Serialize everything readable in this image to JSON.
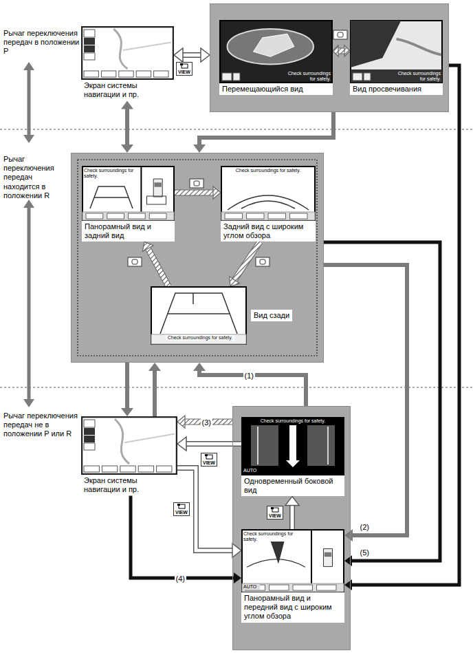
{
  "diagram": {
    "nodes": [
      {
        "text": [
          "Экран системы навигации и пр."
        ]
      },
      {
        "text": []
      },
      {
        "text": [
          "Перемещающийся вид",
          "Check surroundings for safety."
        ],
        "in": 1
      },
      {
        "text": [
          "Вид просвечивания",
          "Check surroundings for safety."
        ],
        "in": 1
      },
      {
        "text": []
      },
      {
        "text": [
          "Панорамный вид и задний вид",
          "Check surroundings for safety."
        ],
        "in": 4
      },
      {
        "text": [
          "Задний вид с широким углом обзора",
          "Check surroundings for safety."
        ],
        "in": 4
      },
      {
        "text": [
          "Вид сзади",
          "Check surroundings for safety."
        ],
        "in": 4
      },
      {
        "text": [
          "Экран системы навигации и пр."
        ]
      },
      {
        "text": []
      },
      {
        "text": [
          "Одновременный боковой вид",
          "Check surroundings for safety.",
          "AUTO"
        ],
        "in": 9
      },
      {
        "text": [
          "Панорамный вид и передний вид с широким углом обзора",
          "Check surroundings for safety.",
          "AUTO"
        ],
        "in": 9
      }
    ],
    "edges": [
      {
        "from": 0,
        "to": 1,
        "arrow": "both",
        "label": "VIEW"
      },
      {
        "from": 2,
        "to": 3,
        "arrow": "both"
      },
      {
        "from": 0,
        "to": 4,
        "arrow": "both"
      },
      {
        "from": 1,
        "to": 4,
        "arrow": "to"
      },
      {
        "from": 1,
        "to": 11,
        "arrow": "to"
      },
      {
        "from": 5,
        "to": 6,
        "arrow": "to"
      },
      {
        "from": 6,
        "to": 7,
        "arrow": "to"
      },
      {
        "from": 7,
        "to": 5,
        "arrow": "to"
      },
      {
        "from": 4,
        "to": 8,
        "arrow": "to"
      },
      {
        "from": 8,
        "to": 4,
        "arrow": "to"
      },
      {
        "from": 9,
        "to": 4,
        "arrow": "to",
        "label": "(1)"
      },
      {
        "from": 4,
        "to": 11,
        "arrow": "to",
        "label": "(2)"
      },
      {
        "from": 4,
        "to": 11,
        "arrow": "to",
        "label": "(5)"
      },
      {
        "from": 9,
        "to": 8,
        "arrow": "to",
        "label": "(3)"
      },
      {
        "from": 10,
        "to": 8,
        "arrow": "to",
        "label": "VIEW"
      },
      {
        "from": 8,
        "to": 11,
        "arrow": "to",
        "label": "VIEW"
      },
      {
        "from": 8,
        "to": 11,
        "arrow": "to",
        "label": "(4)"
      },
      {
        "from": 11,
        "to": 10,
        "arrow": "to",
        "label": "VIEW"
      }
    ],
    "labels": [
      "Рычаг переключения передач в положении P",
      "Рычаг переключения передач находится в положении R",
      "Рычаг переключения передач не в положении P или R"
    ]
  }
}
